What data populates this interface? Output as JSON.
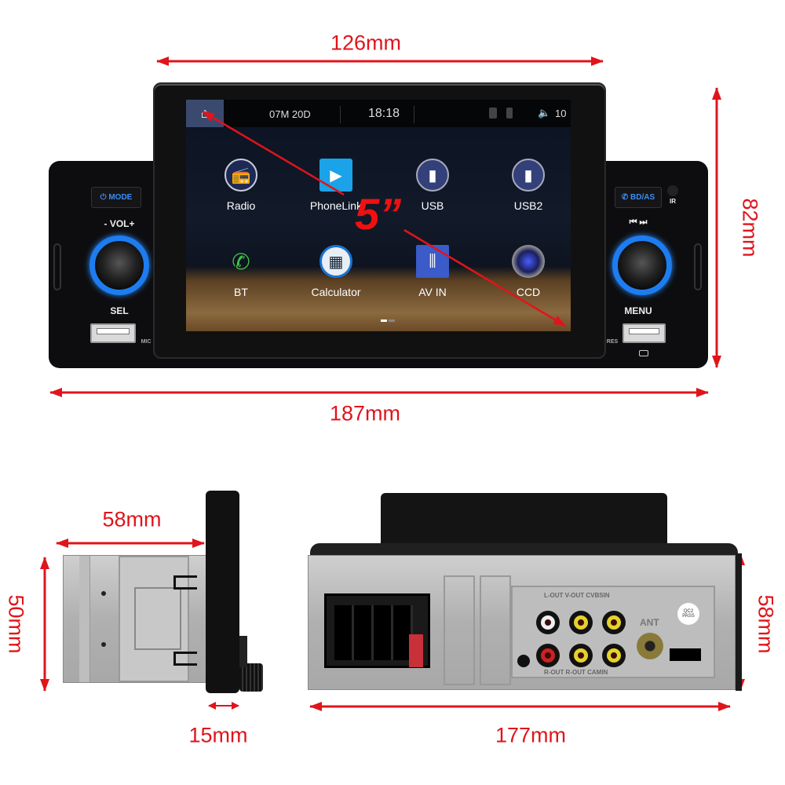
{
  "dimensions": {
    "front_width_screen": "126mm",
    "front_height": "82mm",
    "front_width_total": "187mm",
    "side_depth": "58mm",
    "side_height": "50mm",
    "side_faceplate": "15mm",
    "back_height": "58mm",
    "back_width": "177mm",
    "screen_size": "5”"
  },
  "screen": {
    "date": "07M 20D",
    "time": "18:18",
    "volume": "10",
    "apps": [
      {
        "label": "Radio",
        "icon": "radio-icon"
      },
      {
        "label": "PhoneLink",
        "icon": "phonelink-icon"
      },
      {
        "label": "USB",
        "icon": "usb-icon"
      },
      {
        "label": "USB2",
        "icon": "usb-icon"
      },
      {
        "label": "BT",
        "icon": "phone-icon"
      },
      {
        "label": "Calculator",
        "icon": "calculator-icon"
      },
      {
        "label": "AV IN",
        "icon": "av-in-icon"
      },
      {
        "label": "CCD",
        "icon": "camera-icon"
      }
    ]
  },
  "panel": {
    "mode": "MODE",
    "vol": "- VOL+",
    "sel": "SEL",
    "mic": "MIC",
    "bdas": "BD/AS",
    "ir": "IR",
    "menu": "MENU",
    "res": "RES"
  },
  "rear": {
    "label_top": "L-OUT V-OUT CVBSIN",
    "label_bottom": "R-OUT R-OUT CAMIN",
    "ant": "ANT",
    "qc": "QC2 PASS"
  },
  "colors": {
    "dimension": "#e0141b",
    "ring": "#1d7df0"
  }
}
